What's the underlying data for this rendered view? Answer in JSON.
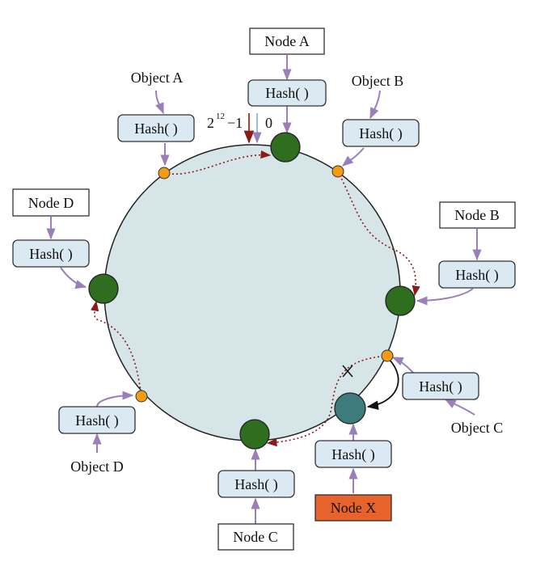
{
  "nodes": {
    "a": {
      "label": "Node A",
      "hash": "Hash( )"
    },
    "b": {
      "label": "Node B",
      "hash": "Hash( )"
    },
    "c": {
      "label": "Node C",
      "hash": "Hash( )"
    },
    "d": {
      "label": "Node D",
      "hash": "Hash( )"
    },
    "x": {
      "label": "Node X",
      "hash": "Hash( )"
    }
  },
  "objects": {
    "a": {
      "label": "Object A",
      "hash": "Hash( )"
    },
    "b": {
      "label": "Object B",
      "hash": "Hash( )"
    },
    "c": {
      "label": "Object C",
      "hash": "Hash( )"
    },
    "d": {
      "label": "Object D",
      "hash": "Hash( )"
    }
  },
  "ring": {
    "max_base": "2",
    "max_exp": "12",
    "max_suffix": "−1",
    "zero_label": "0"
  },
  "colors": {
    "ring_fill": "#d6e5e8",
    "node_fill": "#2f6d1f",
    "new_node_fill": "#3d7b7d",
    "object_dot": "#f39c12",
    "hash_box": "#dbe9f3",
    "arrow_purple": "#9b7fb8",
    "path_red": "#8b1a1a",
    "node_x_box": "#e8622c"
  }
}
